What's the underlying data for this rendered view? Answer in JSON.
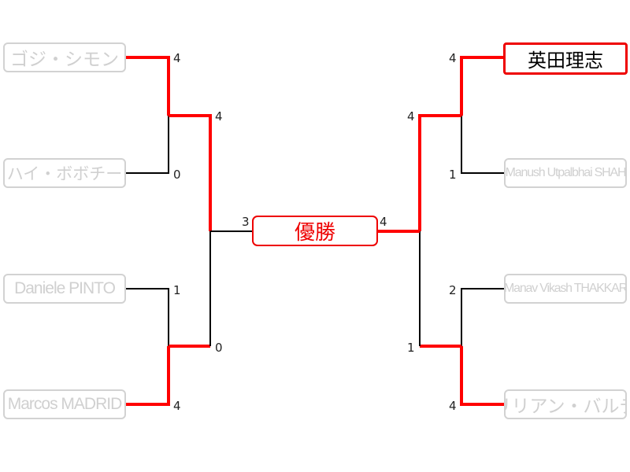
{
  "title": "優勝",
  "colors": {
    "winner_line": "#ff0000",
    "loser_line": "#000000",
    "player_border": "#d2d2d2",
    "player_text": "#d0d0d0",
    "champion_border": "#ee0000",
    "final_text": "#ee0000"
  },
  "left": {
    "players": [
      {
        "name": "ゴジ・シモン",
        "r1_score": "4"
      },
      {
        "name": "ミハイ・ボボチーカ",
        "r1_score": "0"
      },
      {
        "name": "Daniele PINTO",
        "r1_score": "1"
      },
      {
        "name": "Marcos MADRID",
        "r1_score": "4"
      }
    ],
    "semis": [
      {
        "score": "4"
      },
      {
        "score": "0"
      }
    ],
    "final_score": "3"
  },
  "right": {
    "players": [
      {
        "name": "英田理志",
        "r1_score": "4",
        "champion": true
      },
      {
        "name": "Manush Utpalbhai SHAH",
        "r1_score": "1"
      },
      {
        "name": "Manav Vikash THAKKAR",
        "r1_score": "2"
      },
      {
        "name": "リリアン・バルデ",
        "r1_score": "4"
      }
    ],
    "semis": [
      {
        "score": "4"
      },
      {
        "score": "1"
      }
    ],
    "final_score": "4"
  }
}
